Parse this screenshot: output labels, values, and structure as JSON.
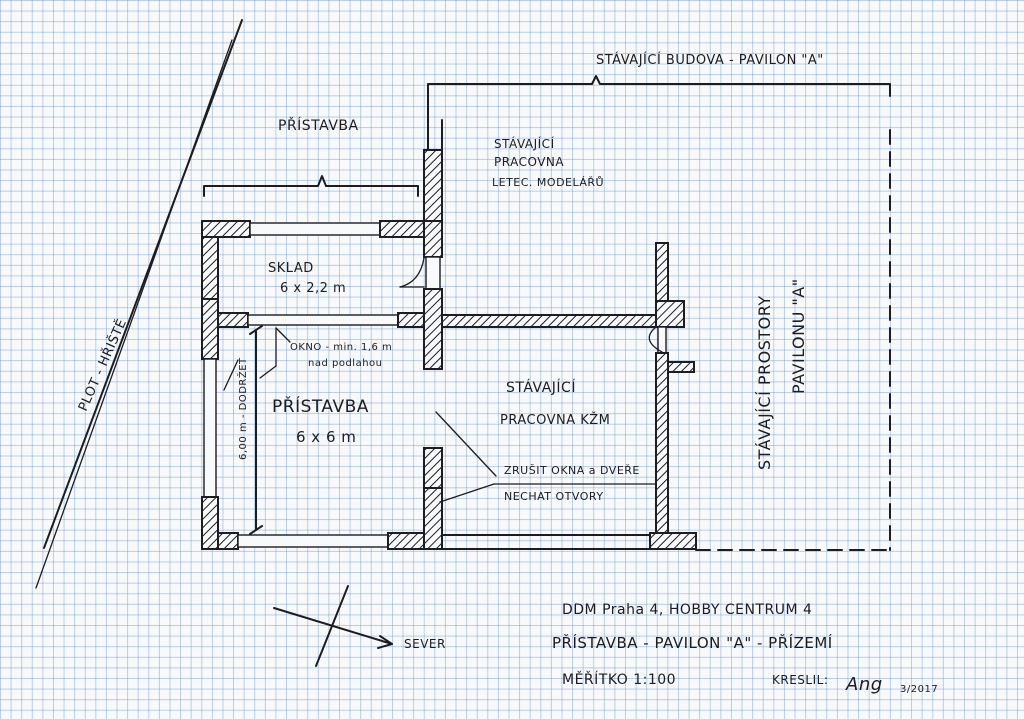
{
  "labels": {
    "existing_building": "STÁVAJÍCÍ BUDOVA - PAVILON \"A\"",
    "extension_top": "PŘÍSTAVBA",
    "existing_office_line1": "STÁVAJÍCÍ",
    "existing_office_line2": "PRACOVNA",
    "existing_office_line3": "LETEC. MODELÁŘŮ",
    "storage_name": "SKLAD",
    "storage_size": "6 x 2,2 m",
    "window_note_line1": "OKNO - min. 1,6 m",
    "window_note_line2": "nad podlahou",
    "extension_room_name": "PŘÍSTAVBA",
    "extension_room_size": "6 x 6 m",
    "dimension_label": "6,00 m - DODRŽET",
    "kzm_line1": "STÁVAJÍCÍ",
    "kzm_line2": "PRACOVNA KŽM",
    "cancel_line1": "ZRUŠIT OKNA a DVEŘE",
    "cancel_line2": "NECHAT OTVORY",
    "pavilion_spaces_line1": "STÁVAJÍCÍ PROSTORY",
    "pavilion_spaces_line2": "PAVILONU \"A\"",
    "fence": "PLOT - HŘIŠTĚ",
    "north": "SEVER"
  },
  "title_block": {
    "line1": "DDM Praha 4, HOBBY CENTRUM 4",
    "line2": "PŘÍSTAVBA - PAVILON \"A\" - PŘÍZEMÍ",
    "scale": "MĚŘÍTKO 1:100",
    "drawn_by": "KRESLIL:",
    "signature": "Ang",
    "date": "3/2017"
  },
  "colors": {
    "ink": "#1c1c22",
    "grid": "#6e96c8",
    "paper": "#f7f9fb"
  }
}
